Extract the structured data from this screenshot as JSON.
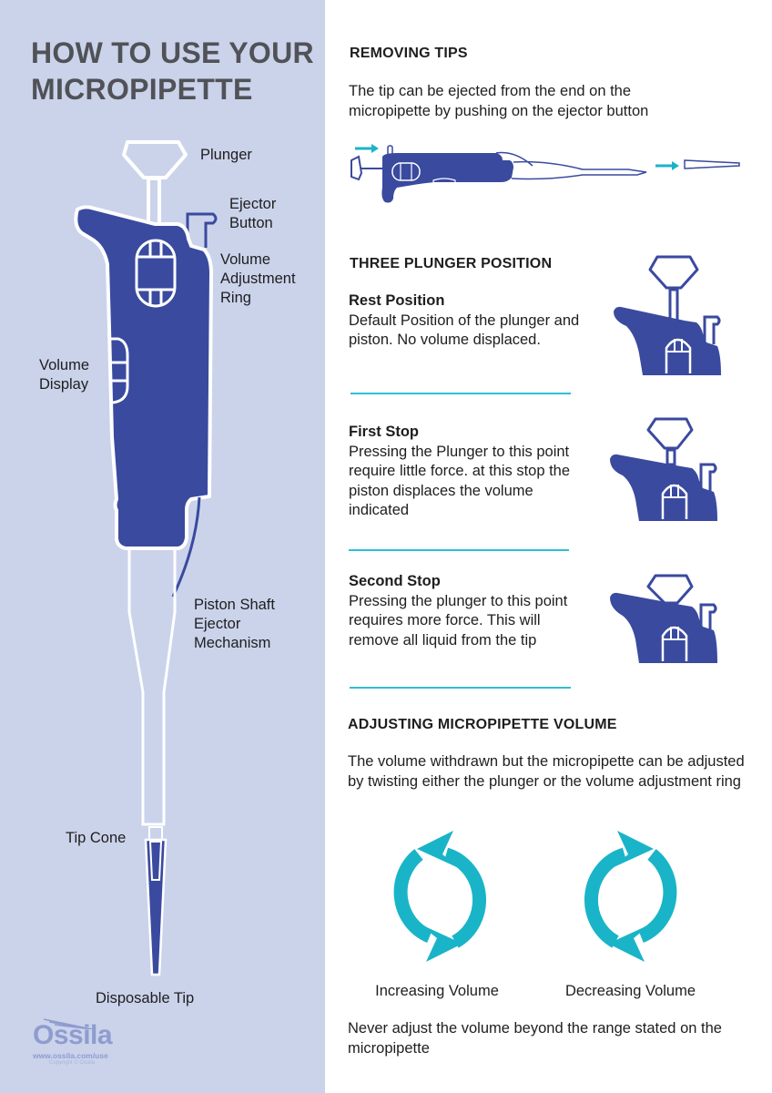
{
  "colors": {
    "left_panel_bg": "#cbd3eb",
    "pipette_blue": "#3a4a9f",
    "accent_teal": "#1ab4c8",
    "title_gray": "#505257",
    "text": "#1e1e1e"
  },
  "left": {
    "title_line1": "HOW TO USE YOUR",
    "title_line2": "MICROPIPETTE",
    "labels": {
      "plunger": "Plunger",
      "ejector_button": "Ejector\nButton",
      "volume_adjustment_ring": "Volume\nAdjustment\nRing",
      "volume_display": "Volume\nDisplay",
      "piston_shaft": "Piston Shaft\nEjector\nMechanism",
      "tip_cone": "Tip Cone",
      "disposable_tip": "Disposable Tip"
    },
    "logo": {
      "name": "Ossila",
      "url": "www.ossila.com/use",
      "copyright": "Copyright © Ossila"
    }
  },
  "right": {
    "removing_tips": {
      "heading": "REMOVING TIPS",
      "body": "The tip can be ejected from the end on the micropipette by pushing on the ejector button"
    },
    "plunger_positions": {
      "heading": "THREE PLUNGER POSITION",
      "items": [
        {
          "title": "Rest Position",
          "body": "Default Position of the plunger and piston. No volume displaced."
        },
        {
          "title": "First Stop",
          "body": "Pressing the Plunger to this point require little force. at this stop the piston displaces the volume indicated"
        },
        {
          "title": "Second Stop",
          "body": "Pressing the plunger to this point requires more force. This will remove all liquid from the tip"
        }
      ]
    },
    "adjusting": {
      "heading": "ADJUSTING MICROPIPETTE VOLUME",
      "body": "The volume withdrawn but the micropipette can be adjusted by twisting either the plunger or the volume adjustment ring",
      "increasing_label": "Increasing Volume",
      "decreasing_label": "Decreasing Volume",
      "warning": "Never adjust the volume beyond the range stated on the micropipette"
    }
  }
}
